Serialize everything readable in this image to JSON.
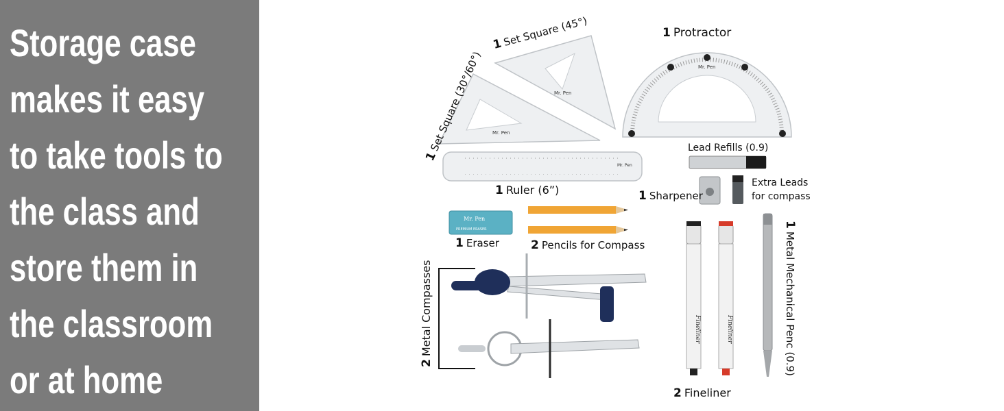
{
  "sidebar": {
    "lines": [
      "Storage case",
      "makes it easy",
      "to take tools to",
      "the class and",
      "store them in",
      "the classroom",
      "or at home"
    ],
    "background": "#7b7b7b"
  },
  "items": {
    "set_square_45": {
      "qty": "1",
      "name": "Set Square (45°)"
    },
    "set_square_3060": {
      "qty": "1",
      "name": "Set Square (30°/60°)"
    },
    "protractor": {
      "qty": "1",
      "name": "Protractor"
    },
    "lead_refills": {
      "name": "Lead Refills (0.9)"
    },
    "ruler": {
      "qty": "1",
      "name": "Ruler (6”)"
    },
    "sharpener": {
      "qty": "1",
      "name": "Sharpener"
    },
    "extra_leads": {
      "line1": "Extra Leads",
      "line2": "for compass"
    },
    "eraser": {
      "qty": "1",
      "name": "Eraser"
    },
    "pencils": {
      "qty": "2",
      "name": "Pencils for Compass"
    },
    "compasses": {
      "qty": "2",
      "name": "Metal Compasses"
    },
    "mechanical_pencil": {
      "qty": "1",
      "name": "Metal Mechanical Penc (0.9)"
    },
    "fineliner": {
      "qty": "2",
      "name": "Fineliner"
    }
  },
  "brand": {
    "logo": "Mr. Pen",
    "eraser_sub": "PREMIUM ERASER",
    "fineliner_text": "Fineliner"
  },
  "colors": {
    "accent_red": "#d63b2a",
    "navy": "#1f2f5a",
    "pencil_yellow": "#f0a535",
    "eraser_blue": "#5bb1c4"
  }
}
